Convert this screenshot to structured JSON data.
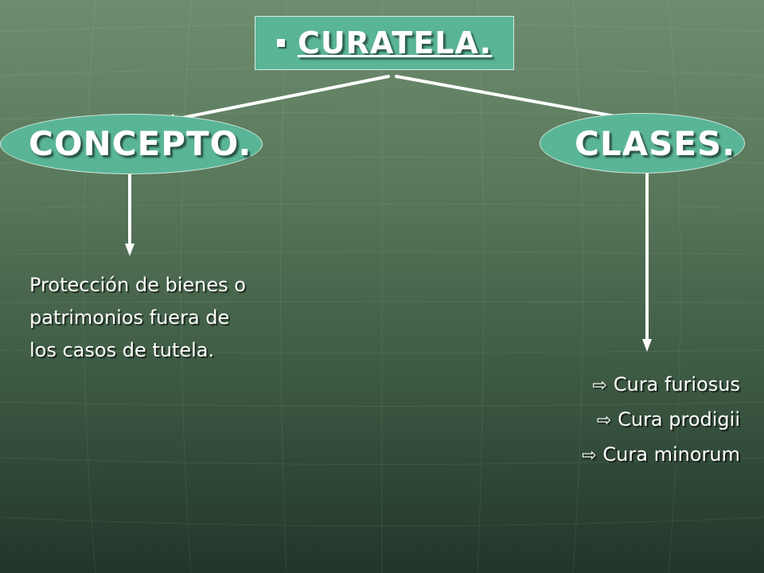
{
  "title": {
    "text": "CURATELA."
  },
  "nodes": {
    "concept": {
      "label": "CONCEPTO."
    },
    "classes": {
      "label": "CLASES."
    }
  },
  "concept_description": {
    "lines": [
      "Protección de bienes o",
      "patrimonios fuera de",
      "los casos de tutela."
    ]
  },
  "class_items": [
    {
      "label": "Cura furiosus",
      "icon": "right-arrow-icon"
    },
    {
      "label": "Cura prodigii",
      "icon": "right-arrow-icon"
    },
    {
      "label": "Cura minorum",
      "icon": "right-arrow-icon"
    }
  ],
  "colors": {
    "node_fill": "#5ab597",
    "text": "#ffffff"
  }
}
